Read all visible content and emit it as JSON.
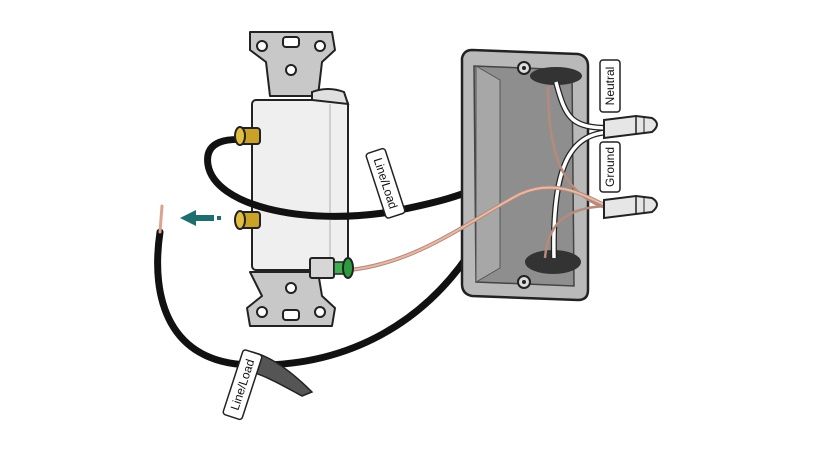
{
  "labels": {
    "neutral": "Neutral",
    "ground": "Ground",
    "line_load_top": "Line/Load",
    "line_load_bottom": "Line/Load"
  },
  "colors": {
    "wire_black": "#111111",
    "wire_white": "#ffffff",
    "wire_copper": "#e9b9a8",
    "box_grey": "#b9b9b9",
    "plate_grey": "#c8c8c8",
    "switch_body": "#efefef",
    "screw_brass": "#c9a227",
    "screw_green": "#2e9a40",
    "arrow_teal": "#1f6e6e"
  },
  "icons": {
    "direction_arrow": "arrow-left-icon"
  }
}
